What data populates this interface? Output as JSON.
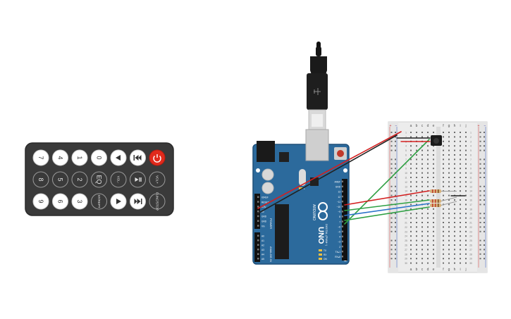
{
  "remote": {
    "buttons": [
      {
        "label": "7",
        "kind": "white"
      },
      {
        "label": "4",
        "kind": "white"
      },
      {
        "label": "1",
        "kind": "white"
      },
      {
        "label": "0",
        "kind": "white"
      },
      {
        "label": "",
        "kind": "white",
        "icon": "triangle-left-icon"
      },
      {
        "label": "",
        "kind": "white",
        "icon": "skip-back-icon"
      },
      {
        "label": "",
        "kind": "red",
        "icon": "power-icon"
      },
      {
        "label": "8",
        "kind": "dark"
      },
      {
        "label": "5",
        "kind": "dark"
      },
      {
        "label": "2",
        "kind": "dark"
      },
      {
        "label": "EQ",
        "kind": "dark"
      },
      {
        "label": "VOL-",
        "kind": "dark"
      },
      {
        "label": "",
        "kind": "dark",
        "icon": "play-pause-icon"
      },
      {
        "label": "VOL+",
        "kind": "dark"
      },
      {
        "label": "9",
        "kind": "white"
      },
      {
        "label": "6",
        "kind": "white"
      },
      {
        "label": "3",
        "kind": "white"
      },
      {
        "label": "ST/REPT",
        "kind": "dark"
      },
      {
        "label": "",
        "kind": "white",
        "icon": "triangle-right-icon"
      },
      {
        "label": "",
        "kind": "white",
        "icon": "skip-forward-icon"
      },
      {
        "label": "FUNC/STOP",
        "kind": "dark"
      }
    ]
  },
  "arduino": {
    "brand": "ARDUINO",
    "model": "UNO",
    "power_header": "POWER",
    "analog_header": "ANALOG IN",
    "digital_header": "DIGITAL (PWM~)",
    "power_pins": [
      "IOREF",
      "RESET",
      "3.3V",
      "5V",
      "GND",
      "GND",
      "Vin"
    ],
    "analog_pins": [
      "A0",
      "A1",
      "A2",
      "A3",
      "A4",
      "A5"
    ],
    "digital_pins": [
      "AREF",
      "GND",
      "13",
      "12",
      "~11",
      "~10",
      "~9",
      "8",
      "7",
      "~6",
      "~5",
      "4",
      "~3",
      "2",
      "TX▸1",
      "RX◂0"
    ],
    "led_labels": [
      "L",
      "TX",
      "RX",
      "ON"
    ]
  },
  "breadboard": {
    "col_letters_left": [
      "a",
      "b",
      "c",
      "d",
      "e"
    ],
    "col_letters_right": [
      "f",
      "g",
      "h",
      "i",
      "j"
    ],
    "rows": 30,
    "rail_plus": "+",
    "rail_minus": "−"
  },
  "colors": {
    "remote_body": "#3a3a3a",
    "remote_edge": "#2a2a2a",
    "remote_red": "#e02a1c",
    "arduino_blue": "#2c6a9c",
    "arduino_dark": "#1f4f78",
    "breadboard": "#ececec",
    "wire_red": "#d32020",
    "wire_black": "#222222",
    "wire_green": "#2ea043",
    "wire_blue": "#2a73c9"
  }
}
